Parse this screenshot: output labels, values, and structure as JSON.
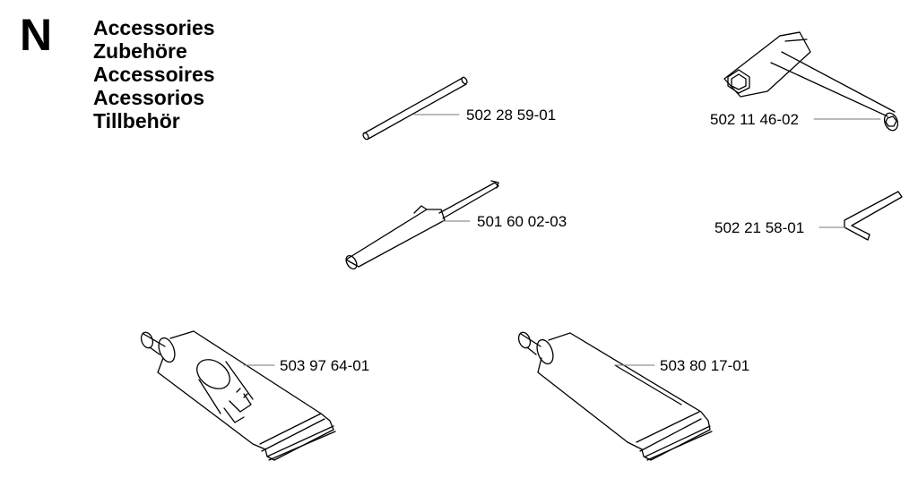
{
  "section_letter": "N",
  "titles": [
    "Accessories",
    "Zubehöre",
    "Accessoires",
    "Acessorios",
    "Tillbehör"
  ],
  "parts": [
    {
      "number": "502 28 59-01",
      "item": "pin"
    },
    {
      "number": "502 11 46-02",
      "item": "combination-wrench"
    },
    {
      "number": "501 60 02-03",
      "item": "screwdriver"
    },
    {
      "number": "502 21 58-01",
      "item": "hex-key"
    },
    {
      "number": "503 97 64-01",
      "item": "grease-tube-with-oil-pump"
    },
    {
      "number": "503 80 17-01",
      "item": "grease-tube"
    }
  ]
}
